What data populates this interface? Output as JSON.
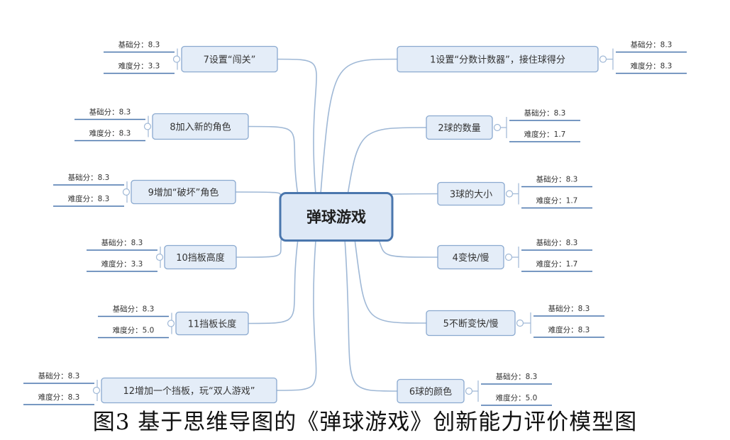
{
  "center": {
    "label": "弹球游戏"
  },
  "score_labels": {
    "base": "基础分：",
    "difficulty": "难度分："
  },
  "topics": [
    {
      "id": "t1",
      "side": "right",
      "label": "1设置“分数计数器”，接住球得分",
      "base": "8.3",
      "difficulty": "8.3"
    },
    {
      "id": "t2",
      "side": "right",
      "label": "2球的数量",
      "base": "8.3",
      "difficulty": "1.7"
    },
    {
      "id": "t3",
      "side": "right",
      "label": "3球的大小",
      "base": "8.3",
      "difficulty": "1.7"
    },
    {
      "id": "t4",
      "side": "right",
      "label": "4变快/慢",
      "base": "8.3",
      "difficulty": "1.7"
    },
    {
      "id": "t5",
      "side": "right",
      "label": "5不断变快/慢",
      "base": "8.3",
      "difficulty": "8.3"
    },
    {
      "id": "t6",
      "side": "right",
      "label": "6球的颜色",
      "base": "8.3",
      "difficulty": "5.0"
    },
    {
      "id": "t7",
      "side": "left",
      "label": "7设置“闯关”",
      "base": "8.3",
      "difficulty": "3.3"
    },
    {
      "id": "t8",
      "side": "left",
      "label": "8加入新的角色",
      "base": "8.3",
      "difficulty": "8.3"
    },
    {
      "id": "t9",
      "side": "left",
      "label": "9增加“破坏”角色",
      "base": "8.3",
      "difficulty": "8.3"
    },
    {
      "id": "t10",
      "side": "left",
      "label": "10挡板高度",
      "base": "8.3",
      "difficulty": "3.3"
    },
    {
      "id": "t11",
      "side": "left",
      "label": "11挡板长度",
      "base": "8.3",
      "difficulty": "5.0"
    },
    {
      "id": "t12",
      "side": "left",
      "label": "12增加一个挡板，玩“双人游戏”",
      "base": "8.3",
      "difficulty": "8.3"
    }
  ],
  "caption": "图3   基于思维导图的《弹球游戏》创新能力评价模型图",
  "colors": {
    "line": "#9fb8d6",
    "topic_fill": "#e4edf8",
    "topic_border": "#8aa9cf",
    "center_fill": "#dde8f6",
    "center_border": "#4a76ad",
    "underline": "#4a76ad",
    "collapse": "#9fb8d6"
  }
}
